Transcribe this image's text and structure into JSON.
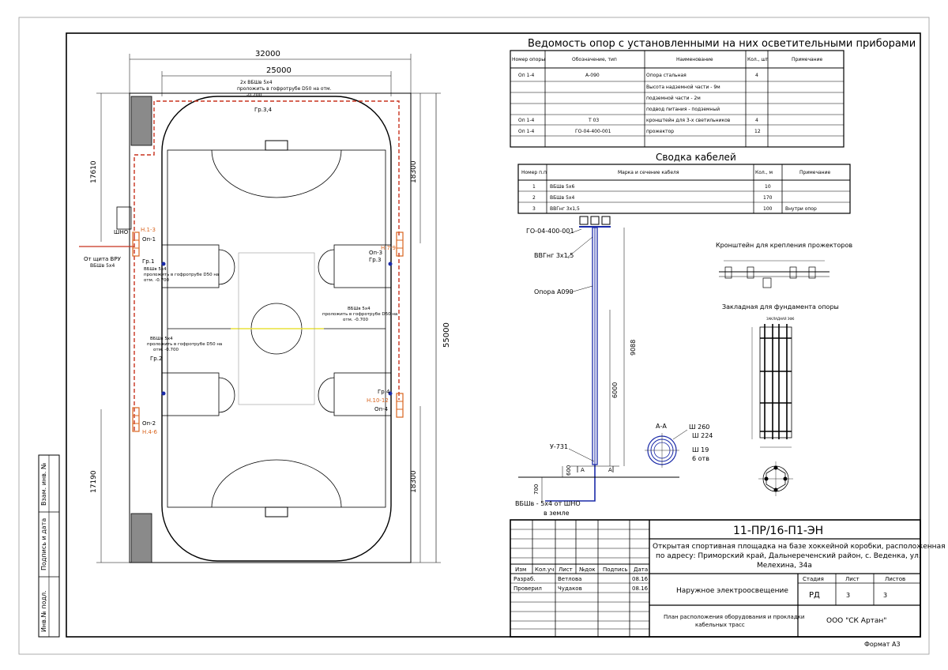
{
  "document_code": "11-ПР/16-П1-ЭН",
  "project_title": [
    "Открытая спортивная площадка на базе хоккейной коробки, расположенная",
    "по адресу: Приморский край, Дальнереченский район, с. Веденка, ул.",
    "Мелехина, 34а"
  ],
  "title_block": {
    "col_headers": [
      "Изм",
      "Кол.уч",
      "Лист",
      "№док",
      "Подпись",
      "Дата"
    ],
    "roles": [
      {
        "role": "Разраб.",
        "name": "Ветлова",
        "date": "08.16"
      },
      {
        "role": "Проверил",
        "name": "Чудаков",
        "date": "08.16"
      }
    ],
    "section": "Наружное электроосвещение",
    "stage_label": "Стадия",
    "sheet_label": "Лист",
    "sheets_label": "Листов",
    "stage": "РД",
    "sheet": "3",
    "sheets": "3",
    "drawing_name": [
      "План расположения оборудования и прокладки",
      "кабельных трасс"
    ],
    "company": "ООО \"СК Артан\"",
    "format": "Формат А3"
  },
  "side_stamp": [
    "Взам. инв. №",
    "Подпись и дата",
    "Инв.№ подл."
  ],
  "poles_table": {
    "title": "Ведомость опор с установленными на них осветительными приборами",
    "headers": [
      "Номер опоры",
      "Обозначение, тип",
      "Наименование",
      "Кол., шт",
      "Примечание"
    ],
    "rows": [
      [
        "Оп 1-4",
        "А-090",
        "Опора стальная",
        "4",
        ""
      ],
      [
        "",
        "",
        "Высота надземной части - 9м",
        "",
        ""
      ],
      [
        "",
        "",
        "подземной части - 2м",
        "",
        ""
      ],
      [
        "",
        "",
        "подвод питания - подземный",
        "",
        ""
      ],
      [
        "Оп 1-4",
        "Т 03",
        "кронштейн для 3-х светильников",
        "4",
        ""
      ],
      [
        "Оп 1-4",
        "ГО-04-400-001",
        "прожектор",
        "12",
        ""
      ],
      [
        "",
        "",
        "",
        "",
        ""
      ]
    ]
  },
  "cables_table": {
    "title": "Сводка кабелей",
    "headers": [
      "Номер п.п",
      "Марка и сечение кабеля",
      "Кол., м",
      "Примечание"
    ],
    "rows": [
      [
        "1",
        "ВБШв 5х6",
        "10",
        ""
      ],
      [
        "2",
        "ВБШв 5х4",
        "170",
        ""
      ],
      [
        "3",
        "ВВГнг 3х1,5",
        "100",
        "Внутри опор"
      ]
    ]
  },
  "plan": {
    "dim_total_width": "32000",
    "dim_inner_width": "25000",
    "dim_total_height": "55000",
    "dim_left_top": "17610",
    "dim_left_bottom": "17190",
    "dim_right_top": "18300",
    "dim_right_bottom": "18300",
    "labels": {
      "cable_top": [
        "2х ВБШв 5х4",
        "проложить в гофротрубе D50 на отм.",
        "-0.700"
      ],
      "gr34": "Гр.3,4",
      "shno": "ШНО",
      "from_vru": [
        "От щита ВРУ",
        "ВБШв 5х4"
      ],
      "n13": "Н.1-3",
      "op1": "Оп-1",
      "gr1": "Гр.1",
      "cable_gr1": [
        "ВБШв 5х4",
        "проложить в гофротрубе D50 на",
        "отм. -0.700"
      ],
      "op3": "Оп-3",
      "gr3": "Гр.3",
      "n79": "Н.7-9",
      "cable_right": [
        "ВБШв 5х4",
        "проложить в гофротрубе D50 на",
        "отм. -0.700"
      ],
      "cable_gr2": [
        "ВБШв 5х4",
        "проложить в гофротрубе D50 на",
        "отм. -0.700"
      ],
      "gr2": "Гр.2",
      "gr4": "Гр.4",
      "n1012": "Н.10-12",
      "op4": "Оп-4",
      "op2": "Оп-2",
      "n46": "Н.4-6"
    }
  },
  "pole_view": {
    "lamp": "ГО-04-400-001",
    "wire": "ВВГнг 3х1,5",
    "pole": "Опора А090",
    "u731": "У-731",
    "dim_9088": "9088",
    "dim_6000": "6000",
    "dim_600": "600",
    "dim_700": "700",
    "section_mark": "А",
    "feed": "ВБШв - 5х4 от ШНО",
    "feed2": "в земле"
  },
  "section_aa": {
    "title": "А-А",
    "d260": "Ш 260",
    "d224": "Ш 224",
    "d19": "Ш 19",
    "holes": "6 отв"
  },
  "details": {
    "bracket_title": "Кронштейн для крепления прожекторов",
    "embed_title": "Закладная для фундамента опоры",
    "embed_sub": "ЗАКЛАДНАЯ ЗФ6"
  },
  "colors": {
    "line": "#000000",
    "cable": "#c8321e",
    "fixture": "#d9641e",
    "pole": "#1a2aa8",
    "axis": "#e8e23c",
    "hatch": "#888888"
  }
}
